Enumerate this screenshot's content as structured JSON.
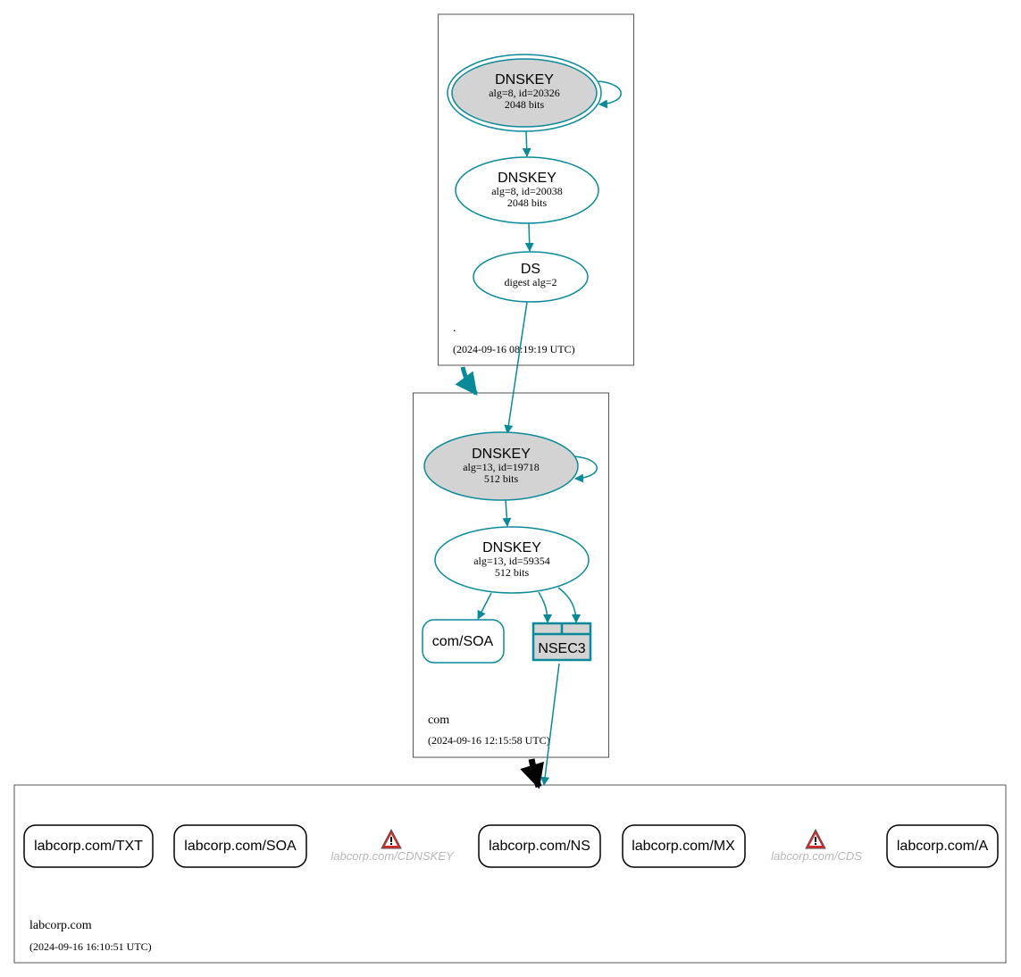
{
  "colors": {
    "edge": "#0a8a99",
    "node_gray": "#d3d3d3",
    "border": "#555555",
    "muted": "#b8b8b8",
    "delegation_black": "#000000",
    "warning_red": "#d62a2a"
  },
  "zones": {
    "root": {
      "name": ".",
      "timestamp": "(2024-09-16 08:19:19 UTC)",
      "ksk": {
        "title": "DNSKEY",
        "line1": "alg=8, id=20326",
        "line2": "2048 bits"
      },
      "zsk": {
        "title": "DNSKEY",
        "line1": "alg=8, id=20038",
        "line2": "2048 bits"
      },
      "ds": {
        "title": "DS",
        "line1": "digest alg=2"
      }
    },
    "com": {
      "name": "com",
      "timestamp": "(2024-09-16 12:15:58 UTC)",
      "ksk": {
        "title": "DNSKEY",
        "line1": "alg=13, id=19718",
        "line2": "512 bits"
      },
      "zsk": {
        "title": "DNSKEY",
        "line1": "alg=13, id=59354",
        "line2": "512 bits"
      },
      "soa": "com/SOA",
      "nsec3": "NSEC3"
    },
    "labcorp": {
      "name": "labcorp.com",
      "timestamp": "(2024-09-16 16:10:51 UTC)",
      "records": {
        "txt": "labcorp.com/TXT",
        "soa": "labcorp.com/SOA",
        "cdnskey": "labcorp.com/CDNSKEY",
        "ns": "labcorp.com/NS",
        "mx": "labcorp.com/MX",
        "cds": "labcorp.com/CDS",
        "a": "labcorp.com/A"
      },
      "warning_icon": "warning-triangle-icon"
    }
  }
}
